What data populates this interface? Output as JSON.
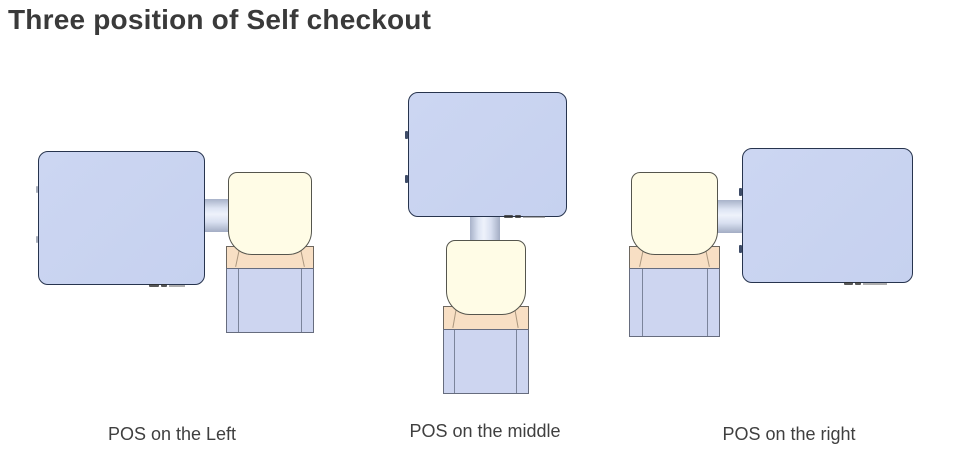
{
  "title": "Three position of Self checkout",
  "figures": [
    {
      "id": "pos-left",
      "caption": "POS on the Left"
    },
    {
      "id": "pos-middle",
      "caption": "POS on the middle"
    },
    {
      "id": "pos-right",
      "caption": "POS on the right"
    }
  ],
  "colors": {
    "background": "#ffffff",
    "title-color": "#3a3a3a",
    "caption-color": "#3f3f3f",
    "screen-fill": "#ccd6f2",
    "screen-border": "#27344e",
    "scanner-fill": "#fffce6",
    "scanner-border": "#55554d",
    "band-fill": "#f8dfc4",
    "band-border": "#6d675f",
    "pedestal-fill": "#cdd5f0",
    "pedestal-border": "#666c7e",
    "connector-light": "#eef2fb"
  }
}
